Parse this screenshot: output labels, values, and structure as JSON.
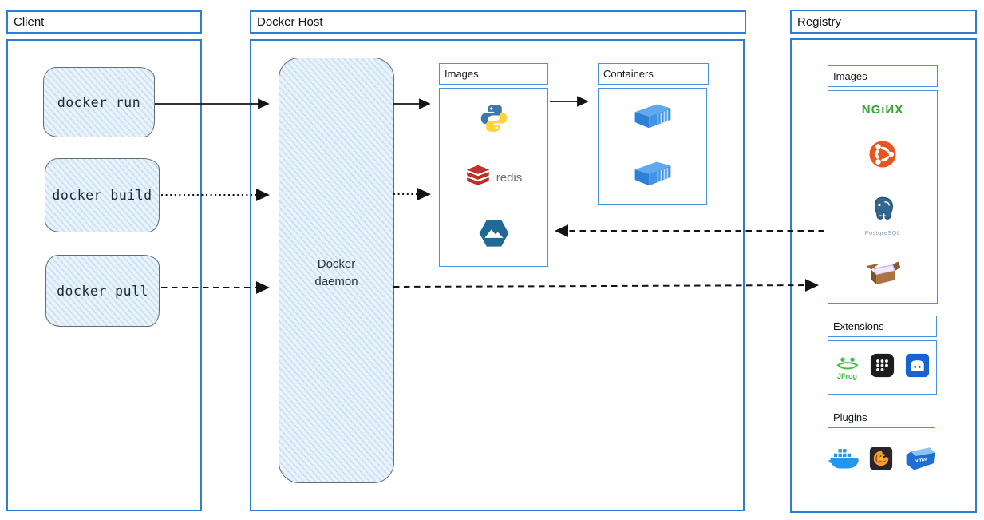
{
  "diagram": {
    "client": {
      "title": "Client",
      "commands": [
        {
          "label": "docker run"
        },
        {
          "label": "docker build"
        },
        {
          "label": "docker pull"
        }
      ]
    },
    "docker_host": {
      "title": "Docker Host",
      "daemon_label": "Docker daemon",
      "images_panel": {
        "title": "Images",
        "items": [
          "python",
          "redis",
          "alpine"
        ]
      },
      "containers_panel": {
        "title": "Containers",
        "items": [
          "container",
          "container"
        ]
      }
    },
    "registry": {
      "title": "Registry",
      "images_panel": {
        "title": "Images",
        "items": [
          "nginx",
          "ubuntu",
          "postgresql",
          "busybox"
        ]
      },
      "extensions_panel": {
        "title": "Extensions",
        "items": [
          "jfrog",
          "dots-grid",
          "drawer"
        ]
      },
      "plugins_panel": {
        "title": "Plugins",
        "items": [
          "docker-whale",
          "grafana",
          "vmware"
        ]
      }
    },
    "logo_text": {
      "redis": "redis",
      "nginx": "NGiИX",
      "postgresql": "PostgreSQL",
      "jfrog": "JFrog",
      "vmware": "vmw"
    },
    "colors": {
      "frame_blue": "#2d7dd2",
      "panel_blue": "#4792db",
      "arrow_black": "#141414",
      "sketch_fill": "#eaf3fb",
      "nginx_green": "#35a532",
      "ubuntu_orange": "#e95420",
      "redis_red": "#c6302b",
      "postgres_blue": "#336791",
      "docker_blue": "#2496ed"
    }
  }
}
